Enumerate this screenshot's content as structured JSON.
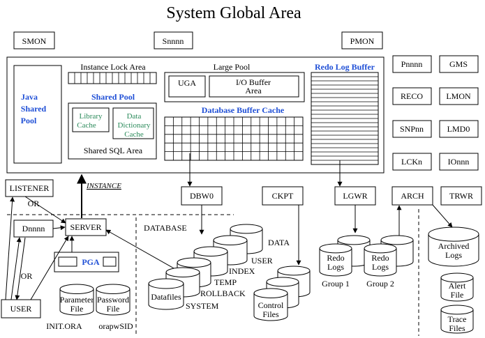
{
  "title": "System Global Area",
  "processes": {
    "smon": "SMON",
    "snnnn": "Snnnn",
    "pmon": "PMON",
    "pnnnn": "Pnnnn",
    "gms": "GMS",
    "reco": "RECO",
    "lmon": "LMON",
    "snpnn": "SNPnn",
    "lmd0": "LMD0",
    "lckn": "LCKn",
    "ionnn": "IOnnn",
    "dbw0": "DBW0",
    "ckpt": "CKPT",
    "lgwr": "LGWR",
    "arch": "ARCH",
    "trwr": "TRWR",
    "listener": "LISTENER",
    "dnnnn": "Dnnnn",
    "server": "SERVER",
    "user": "USER"
  },
  "sga": {
    "java_pool": [
      "Java",
      "Shared",
      "Pool"
    ],
    "instance_lock_area": "Instance Lock Area",
    "shared_pool": "Shared Pool",
    "library_cache": [
      "Library",
      "Cache"
    ],
    "data_dictionary_cache": [
      "Data",
      "Dictionary",
      "Cache"
    ],
    "shared_sql_area": "Shared SQL Area",
    "large_pool": "Large Pool",
    "uga": "UGA",
    "io_buffer_area": [
      "I/O Buffer",
      "Area"
    ],
    "database_buffer_cache": "Database Buffer Cache",
    "redo_log_buffer": "Redo Log Buffer"
  },
  "labels": {
    "instance": "INSTANCE",
    "database": "DATABASE",
    "or1": "OR",
    "or2": "OR",
    "pga": "PGA",
    "init_ora": "INIT.ORA",
    "orapwsid": "orapwSID"
  },
  "database_files": {
    "data": "DATA",
    "user": "USER",
    "index": "INDEX",
    "temp": "TEMP",
    "rollback": "ROLLBACK",
    "system": "SYSTEM",
    "datafiles": "Datafiles",
    "control_files": [
      "Control",
      "Files"
    ],
    "redo_logs_1": [
      "Redo",
      "Logs"
    ],
    "redo_logs_2": [
      "Redo",
      "Logs"
    ],
    "group1": "Group 1",
    "group2": "Group 2",
    "archived_logs": [
      "Archived",
      "Logs"
    ],
    "alert_file": [
      "Alert",
      "File"
    ],
    "trace_files": [
      "Trace",
      "Files"
    ],
    "parameter_file": [
      "Parameter",
      "File"
    ],
    "password_file": [
      "Password",
      "File"
    ]
  }
}
